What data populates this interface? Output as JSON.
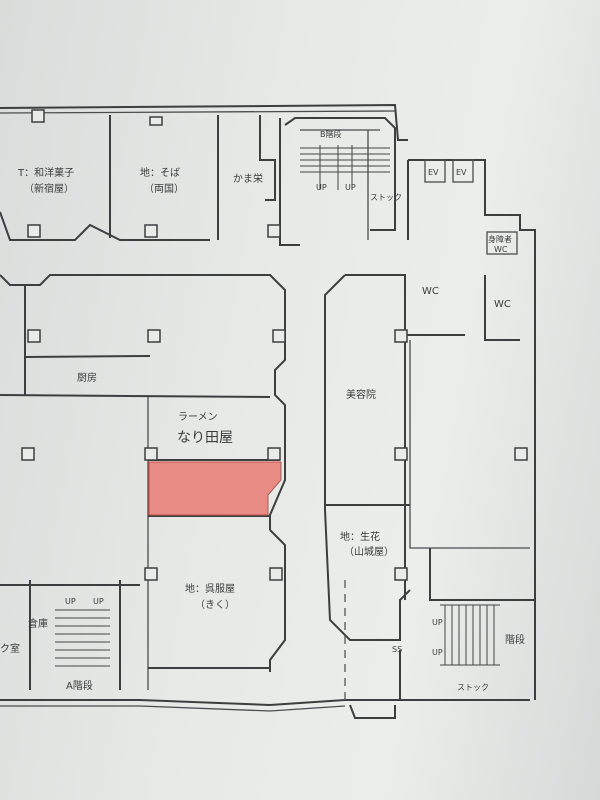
{
  "plan": {
    "highlight_color": "#e8817a",
    "rooms": {
      "wagashi": {
        "line1": "T：和洋菓子",
        "line2": "（新宿屋）"
      },
      "soba": {
        "line1": "地：そば",
        "line2": "（両国）"
      },
      "kamaei": {
        "label": "かま栄"
      },
      "stair_b": {
        "label": "B階段",
        "up1": "UP",
        "up2": "UP"
      },
      "stock_top": {
        "label": "ストック"
      },
      "ev1": {
        "label": "EV"
      },
      "ev2": {
        "label": "EV"
      },
      "accessible_wc": {
        "line1": "身障者",
        "line2": "WC"
      },
      "wc1": {
        "label": "WC"
      },
      "wc2": {
        "label": "WC"
      },
      "kitchen": {
        "label": "厨房"
      },
      "ramen": {
        "line1": "ラーメン",
        "line2": "なり田屋"
      },
      "salon": {
        "label": "美容院"
      },
      "florist": {
        "line1": "地：生花",
        "line2": "（山城屋）"
      },
      "kimono": {
        "line1": "地：呉服屋",
        "line2": "（きく）"
      },
      "storage": {
        "label": "倉庫"
      },
      "room_left": {
        "label": "ク室"
      },
      "stair_a": {
        "label": "A階段",
        "up1": "UP",
        "up2": "UP"
      },
      "ss": {
        "label": "SS"
      },
      "stair_right": {
        "label": "階段",
        "up1": "UP",
        "up2": "UP"
      },
      "stock_bottom": {
        "label": "ストック"
      }
    }
  }
}
